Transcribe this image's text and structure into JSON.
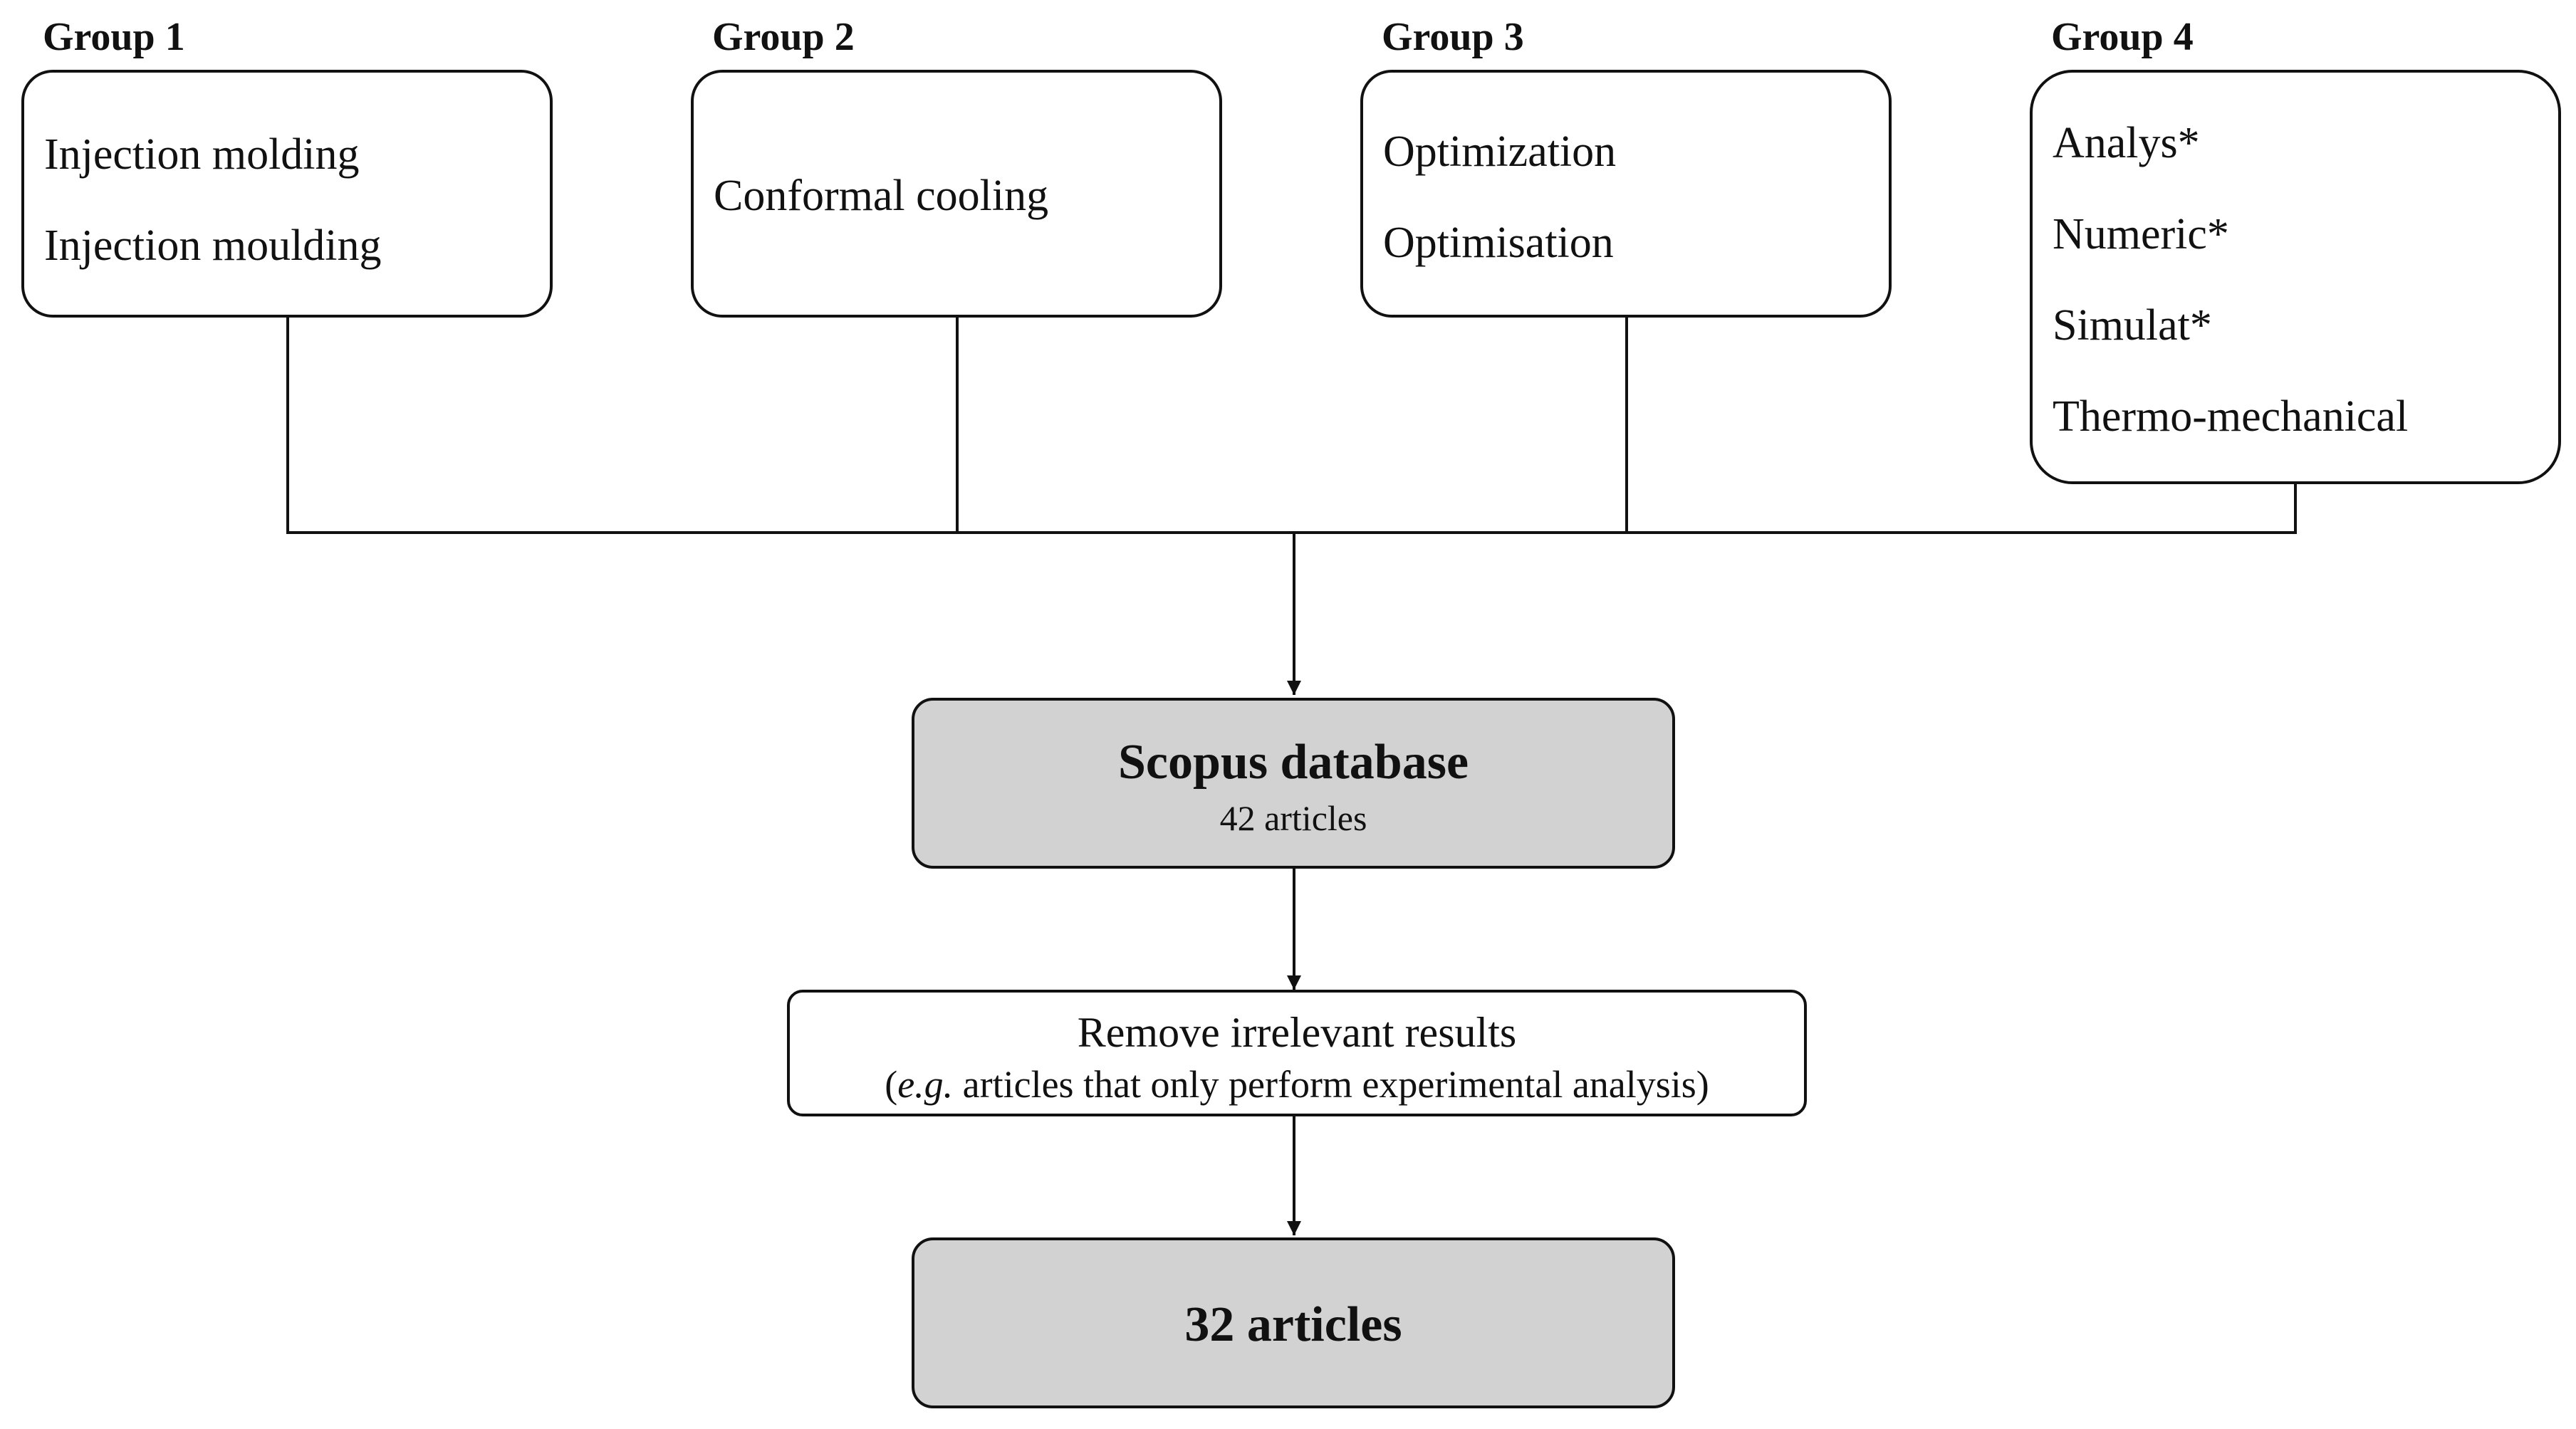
{
  "groups": [
    {
      "title": "Group 1",
      "terms": [
        "Injection molding",
        "Injection moulding"
      ]
    },
    {
      "title": "Group 2",
      "terms": [
        "Conformal cooling"
      ]
    },
    {
      "title": "Group 3",
      "terms": [
        "Optimization",
        "Optimisation"
      ]
    },
    {
      "title": "Group 4",
      "terms": [
        "Analys*",
        "Numeric*",
        "Simulat*",
        "Thermo-mechanical"
      ]
    }
  ],
  "database": {
    "title": "Scopus database",
    "count": "42 articles"
  },
  "filter": {
    "line1": "Remove irrelevant results",
    "line2_open": "(",
    "line2_italic": "e.g.",
    "line2_rest": " articles that only perform experimental analysis)"
  },
  "result": {
    "title": "32 articles"
  },
  "colors": {
    "stroke": "#111111",
    "shaded_fill": "#d3d2d2"
  }
}
